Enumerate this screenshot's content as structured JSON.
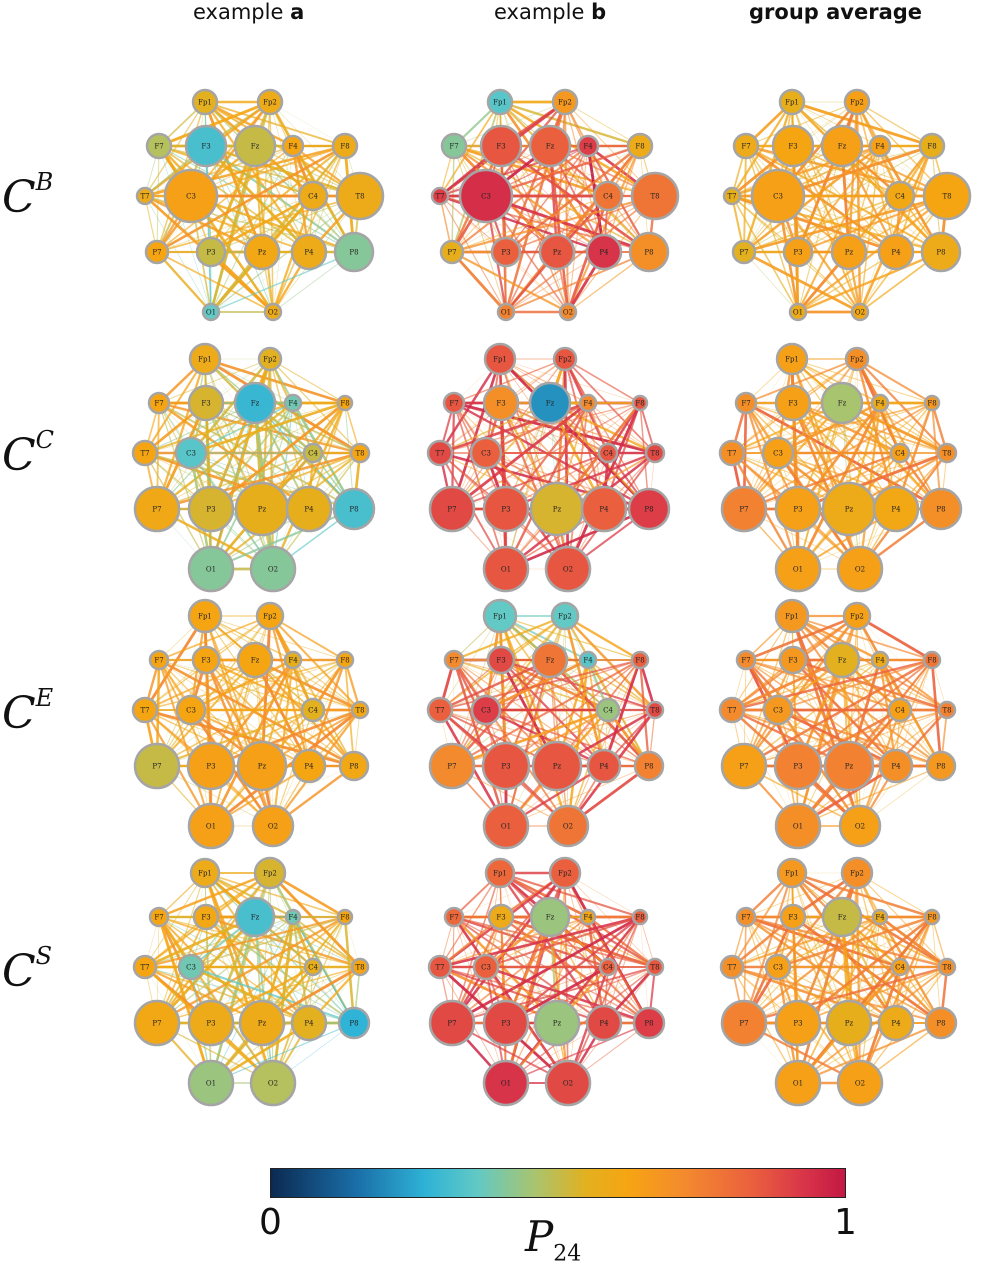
{
  "columns": {
    "a_prefix": "example ",
    "a_letter": "a",
    "b_prefix": "example ",
    "b_letter": "b",
    "avg": "group average"
  },
  "rows": [
    {
      "symbol": "C",
      "sup": "B"
    },
    {
      "symbol": "C",
      "sup": "C"
    },
    {
      "symbol": "C",
      "sup": "E"
    },
    {
      "symbol": "C",
      "sup": "S"
    }
  ],
  "electrodes": [
    "Fp1",
    "Fp2",
    "F7",
    "F3",
    "Fz",
    "F4",
    "F8",
    "T7",
    "C3",
    "C4",
    "T8",
    "P7",
    "P3",
    "Pz",
    "P4",
    "P8",
    "O1",
    "O2"
  ],
  "colorbar": {
    "min_label": "0",
    "max_label": "1",
    "label_main": "P",
    "label_sub": "24",
    "colors": [
      "#0b2a52",
      "#1a6fa8",
      "#2fb3d6",
      "#62c9c4",
      "#a9c46e",
      "#e3b01f",
      "#f6a512",
      "#f48a2e",
      "#ea5f3e",
      "#d83449",
      "#c31843"
    ]
  },
  "node_values": {
    "B": {
      "a": [
        0.5,
        0.55,
        0.42,
        0.25,
        0.45,
        0.6,
        0.55,
        0.55,
        0.62,
        0.55,
        0.55,
        0.6,
        0.45,
        0.58,
        0.55,
        0.35,
        0.3,
        0.55
      ],
      "b": [
        0.28,
        0.65,
        0.35,
        0.82,
        0.8,
        0.88,
        0.55,
        0.88,
        0.92,
        0.75,
        0.75,
        0.52,
        0.8,
        0.82,
        0.9,
        0.68,
        0.72,
        0.7
      ],
      "avg": [
        0.52,
        0.62,
        0.55,
        0.6,
        0.62,
        0.62,
        0.52,
        0.52,
        0.62,
        0.58,
        0.6,
        0.5,
        0.62,
        0.62,
        0.62,
        0.55,
        0.55,
        0.58
      ]
    },
    "C": {
      "a": [
        0.55,
        0.5,
        0.6,
        0.48,
        0.22,
        0.32,
        0.6,
        0.6,
        0.28,
        0.45,
        0.6,
        0.57,
        0.48,
        0.52,
        0.52,
        0.25,
        0.35,
        0.35
      ],
      "b": [
        0.82,
        0.82,
        0.82,
        0.68,
        0.15,
        0.7,
        0.82,
        0.85,
        0.8,
        0.82,
        0.85,
        0.85,
        0.82,
        0.48,
        0.8,
        0.88,
        0.82,
        0.82
      ],
      "avg": [
        0.62,
        0.68,
        0.68,
        0.62,
        0.4,
        0.55,
        0.65,
        0.68,
        0.62,
        0.62,
        0.68,
        0.72,
        0.62,
        0.55,
        0.58,
        0.68,
        0.62,
        0.62
      ]
    },
    "E": {
      "a": [
        0.6,
        0.6,
        0.6,
        0.6,
        0.6,
        0.52,
        0.6,
        0.6,
        0.6,
        0.5,
        0.58,
        0.45,
        0.62,
        0.62,
        0.6,
        0.58,
        0.62,
        0.62
      ],
      "b": [
        0.3,
        0.3,
        0.7,
        0.85,
        0.75,
        0.28,
        0.8,
        0.8,
        0.88,
        0.38,
        0.85,
        0.7,
        0.82,
        0.82,
        0.82,
        0.72,
        0.8,
        0.75
      ],
      "avg": [
        0.65,
        0.62,
        0.7,
        0.65,
        0.5,
        0.55,
        0.75,
        0.7,
        0.65,
        0.62,
        0.72,
        0.62,
        0.72,
        0.72,
        0.68,
        0.65,
        0.68,
        0.62
      ]
    },
    "S": {
      "a": [
        0.55,
        0.48,
        0.6,
        0.58,
        0.25,
        0.32,
        0.6,
        0.6,
        0.32,
        0.52,
        0.6,
        0.58,
        0.55,
        0.55,
        0.5,
        0.2,
        0.38,
        0.42
      ],
      "b": [
        0.78,
        0.8,
        0.78,
        0.55,
        0.38,
        0.58,
        0.8,
        0.82,
        0.8,
        0.8,
        0.82,
        0.85,
        0.85,
        0.38,
        0.85,
        0.88,
        0.9,
        0.85
      ],
      "avg": [
        0.65,
        0.68,
        0.68,
        0.62,
        0.45,
        0.55,
        0.65,
        0.68,
        0.62,
        0.62,
        0.68,
        0.72,
        0.62,
        0.52,
        0.55,
        0.68,
        0.62,
        0.62
      ]
    }
  }
}
